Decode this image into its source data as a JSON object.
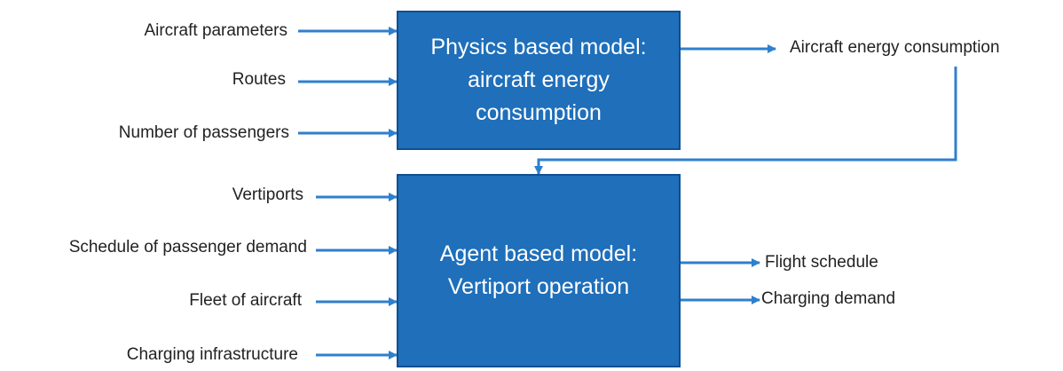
{
  "colors": {
    "box_fill": "#1f6fba",
    "box_border": "#0f4f91",
    "arrow": "#2f7fcd",
    "box_text": "#ffffff",
    "label_text": "#222222"
  },
  "physics_model": {
    "title": "Physics based model:\naircraft energy\nconsumption",
    "inputs": [
      "Aircraft parameters",
      "Routes",
      "Number of passengers"
    ],
    "output": "Aircraft energy consumption"
  },
  "agent_model": {
    "title": "Agent based model:\nVertiport operation",
    "inputs": [
      "Vertiports",
      "Schedule of passenger demand",
      "Fleet of aircraft",
      "Charging infrastructure"
    ],
    "outputs": [
      "Flight schedule",
      "Charging demand"
    ]
  }
}
